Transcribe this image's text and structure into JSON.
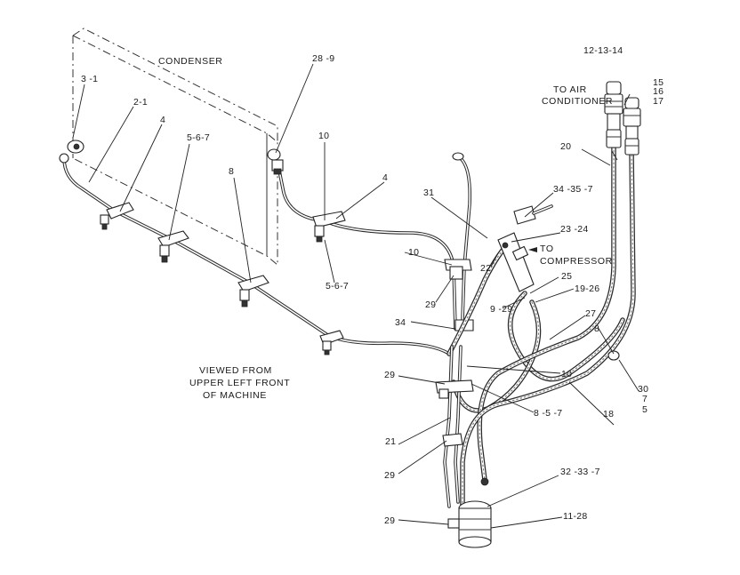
{
  "labels": {
    "condenser": "CONDENSER",
    "to_air_1": "TO AIR",
    "to_air_2": "CONDITIONER",
    "to_comp_1": "TO",
    "to_comp_2": "COMPRESSOR",
    "viewed_1": "VIEWED FROM",
    "viewed_2": "UPPER LEFT FRONT",
    "viewed_3": "OF MACHINE"
  },
  "callouts": {
    "c_12_13_14": "12-13-14",
    "c_15": "15",
    "c_16": "16",
    "c_17": "17",
    "c_3_1": "3 -1",
    "c_2_1": "2-1",
    "c_4_left": "4",
    "c_5_6_7_left": "5-6-7",
    "c_8_left": "8",
    "c_28_9": "28 -9",
    "c_10_top": "10",
    "c_4_mid": "4",
    "c_5_6_7_mid": "5-6-7",
    "c_31": "31",
    "c_34_35_7": "34 -35 -7",
    "c_23_24": "23 -24",
    "c_22": "22",
    "c_10_mid": "10",
    "c_29_a": "29",
    "c_25": "25",
    "c_19_26": "19-26",
    "c_9_29": "9 -29",
    "c_20": "20",
    "c_34": "34",
    "c_27": "27",
    "c_8_right": "8",
    "c_10_low": "10",
    "c_29_b": "29",
    "c_8_5_7": "8 -5 -7",
    "c_18": "18",
    "c_30": "30",
    "c_7": "7",
    "c_5": "5",
    "c_21": "21",
    "c_29_c": "29",
    "c_32_33_7": "32 -33 -7",
    "c_29_d": "29",
    "c_11_28": "11-28"
  }
}
